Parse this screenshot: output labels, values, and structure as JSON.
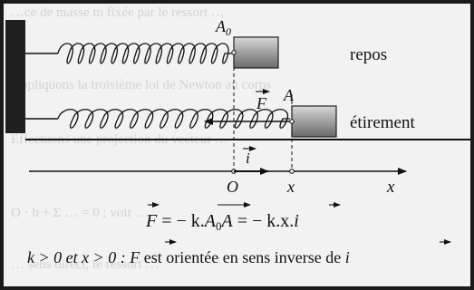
{
  "labels": {
    "a0": "A",
    "a0_sub": "0",
    "a": "A",
    "f_vec": "F",
    "i_vec": "i",
    "origin": "O",
    "x_mark": "x",
    "axis_x": "x",
    "rest": "repos",
    "stretch": "étirement"
  },
  "formula": {
    "f": "F",
    "eq1": " = − k.",
    "a0": "A",
    "a0_sub": "0",
    "a": "A",
    "eq2": " = − k.x.",
    "i": "i"
  },
  "sentence": {
    "prefix": "k > 0 et x > 0 : ",
    "f": "F",
    "middle": " est orientée en sens inverse de ",
    "i": "i"
  },
  "colors": {
    "ink": "#111111",
    "block_light": "#c8c8c8",
    "block_dark": "#6a6a6a",
    "wall": "#1f1f1f",
    "background": "#f2f2f2"
  }
}
